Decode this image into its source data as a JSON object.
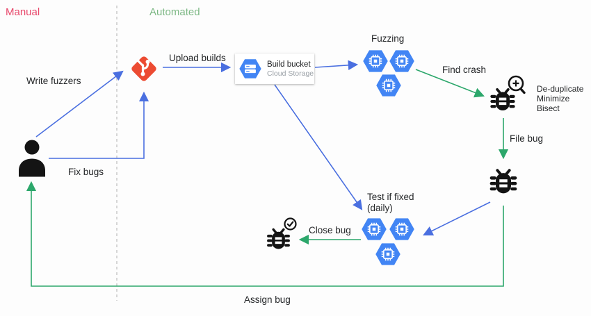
{
  "sections": {
    "manual": "Manual",
    "automated": "Automated"
  },
  "labels": {
    "write_fuzzers": "Write fuzzers",
    "fix_bugs": "Fix bugs",
    "upload_builds": "Upload builds",
    "fuzzing": "Fuzzing",
    "find_crash": "Find crash",
    "file_bug": "File bug",
    "close_bug": "Close bug",
    "assign_bug": "Assign bug"
  },
  "dedup": {
    "line1": "De-duplicate",
    "line2": "Minimize",
    "line3": "Bisect"
  },
  "test_if_fixed": {
    "line1": "Test if fixed",
    "line2": "(daily)"
  },
  "build_bucket": {
    "title": "Build bucket",
    "subtitle": "Cloud Storage"
  },
  "icons": [
    "person-icon",
    "git-icon",
    "cloud-storage-hexagon-icon",
    "compute-hexagon-icon",
    "bug-search-icon",
    "bug-icon",
    "bug-fixed-check-icon",
    "magnifier-icon",
    "check-circle-icon"
  ],
  "colors": {
    "blue": "#4a6fe0",
    "green": "#2ca76b",
    "pink": "#e8486b",
    "softgreen": "#7db885",
    "gitred": "#ec4b32",
    "hexblue": "#4285f4",
    "text": "#232527",
    "subtext": "#9aa0a6",
    "divider": "#bdbdbd",
    "bug": "#141414"
  }
}
